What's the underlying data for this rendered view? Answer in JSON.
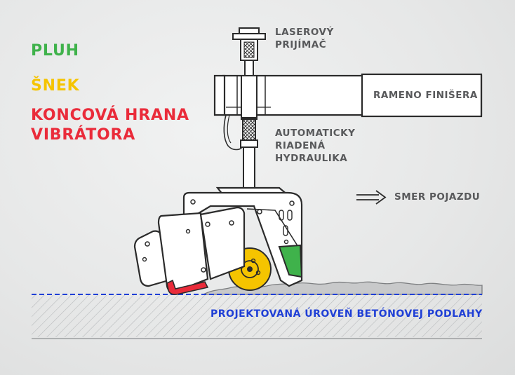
{
  "legend": {
    "plow": "PLUH",
    "auger": "ŠNEK",
    "vibrator_line1": "KONCOVÁ HRANA",
    "vibrator_line2": "VIBRÁTORA"
  },
  "labels": {
    "laser_line1": "LASEROVÝ",
    "laser_line2": "PRIJÍMAČ",
    "arm": "RAMENO FINIŠERA",
    "hydraulics_line1": "AUTOMATICKY",
    "hydraulics_line2": "RIADENÁ",
    "hydraulics_line3": "HYDRAULIKA",
    "direction": "SMER POJAZDU",
    "floor_level": "PROJEKTOVANÁ ÚROVEŇ BETÓNOVEJ PODLAHY"
  },
  "colors": {
    "plow": "#3fb24b",
    "auger": "#f5c400",
    "vibrator": "#ea2b3a",
    "floor_level": "#1f3fd6",
    "text_gray": "#58595b",
    "outline": "#2b2b2b"
  },
  "icons": {
    "direction_arrow": "double-arrow-right-icon"
  }
}
